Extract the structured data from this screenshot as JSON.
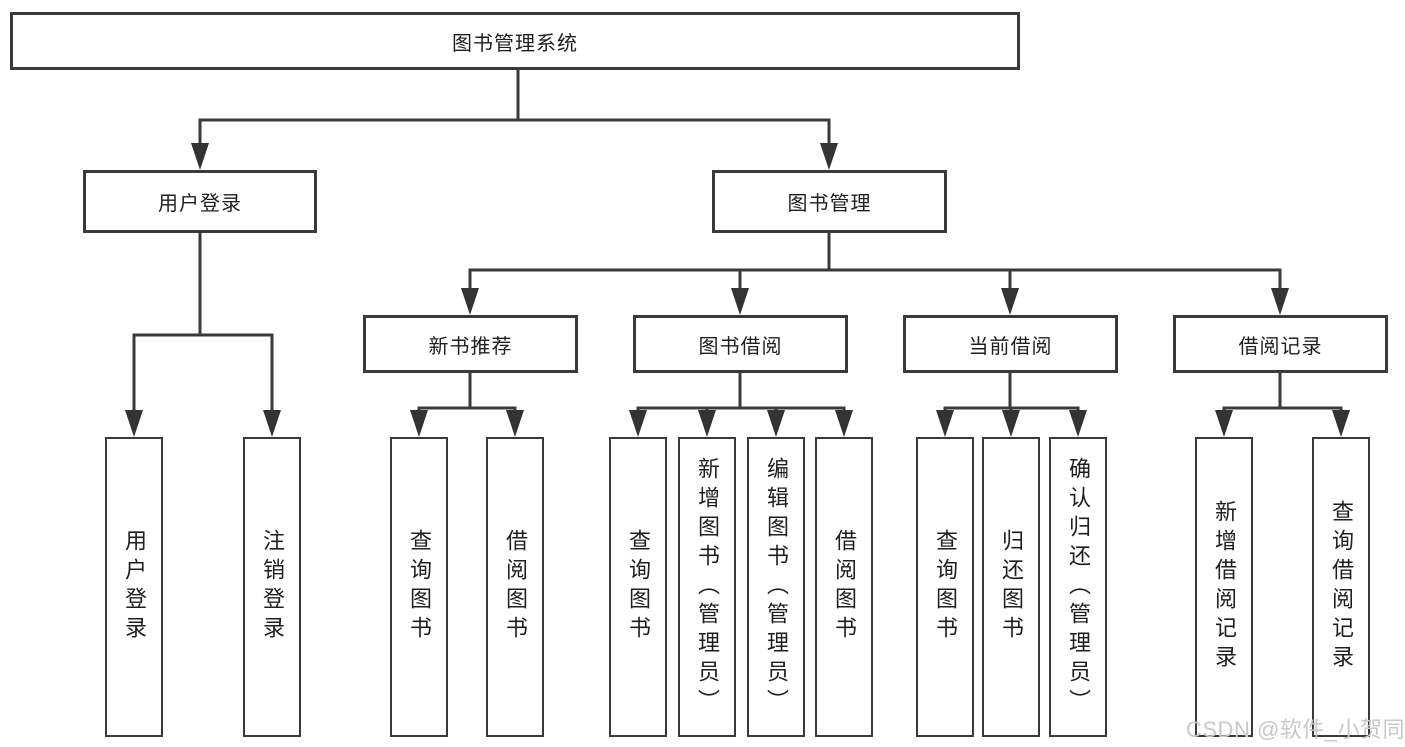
{
  "tree": {
    "root": {
      "label": "图书管理系统"
    },
    "branches": [
      {
        "label": "用户登录",
        "children": [
          {
            "label": "用户登录"
          },
          {
            "label": "注销登录"
          }
        ]
      },
      {
        "label": "图书管理",
        "groups": [
          {
            "label": "新书推荐",
            "children": [
              {
                "label": "查询图书"
              },
              {
                "label": "借阅图书"
              }
            ]
          },
          {
            "label": "图书借阅",
            "children": [
              {
                "label": "查询图书"
              },
              {
                "label": "新增图书（管理员）"
              },
              {
                "label": "编辑图书（管理员）"
              },
              {
                "label": "借阅图书"
              }
            ]
          },
          {
            "label": "当前借阅",
            "children": [
              {
                "label": "查询图书"
              },
              {
                "label": "归还图书"
              },
              {
                "label": "确认归还（管理员）"
              }
            ]
          },
          {
            "label": "借阅记录",
            "children": [
              {
                "label": "新增借阅记录"
              },
              {
                "label": "查询借阅记录"
              }
            ]
          }
        ]
      }
    ]
  },
  "watermark": {
    "text": "CSDN @软件_小贺同学"
  },
  "colors": {
    "background": "#ffffff",
    "line": "#3a3a3a",
    "box_border": "#3a3a3a",
    "box_fill": "#ffffff",
    "text": "#1f1f1f",
    "watermark": "#c8c8c8"
  }
}
